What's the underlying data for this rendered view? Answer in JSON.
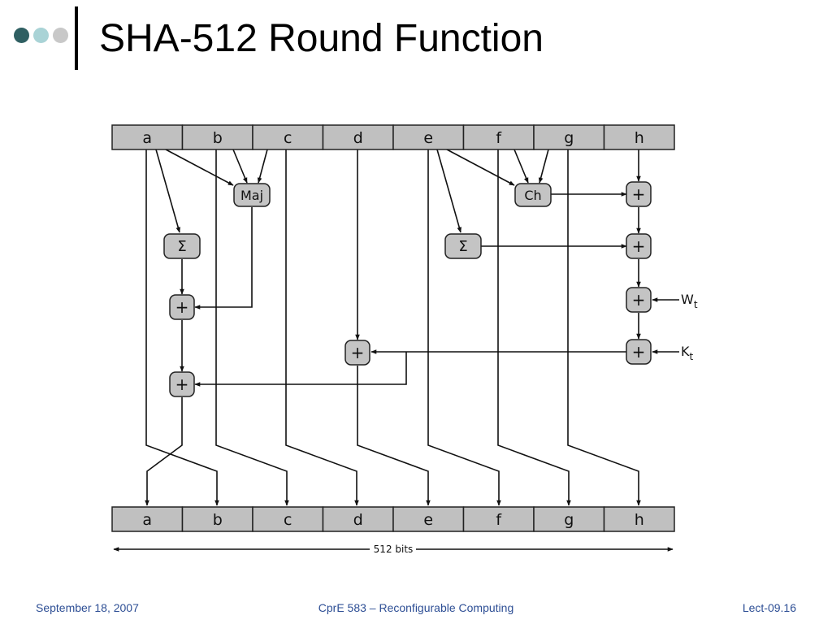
{
  "slide": {
    "title": "SHA-512 Round Function",
    "accent_colors": [
      "#2f5f62",
      "#a9d3d6",
      "#c8c8c8"
    ]
  },
  "diagram": {
    "input_registers": [
      "a",
      "b",
      "c",
      "d",
      "e",
      "f",
      "g",
      "h"
    ],
    "output_registers": [
      "a",
      "b",
      "c",
      "d",
      "e",
      "f",
      "g",
      "h"
    ],
    "ops": {
      "maj": "Maj",
      "ch": "Ch",
      "sigma": "Σ",
      "add": "+"
    },
    "inputs": {
      "w": "W",
      "w_sub": "t",
      "k": "K",
      "k_sub": "t"
    },
    "width_label": "512 bits"
  },
  "footer": {
    "date": "September 18, 2007",
    "course": "CprE 583 – Reconfigurable Computing",
    "lecture": "Lect-09.16"
  }
}
